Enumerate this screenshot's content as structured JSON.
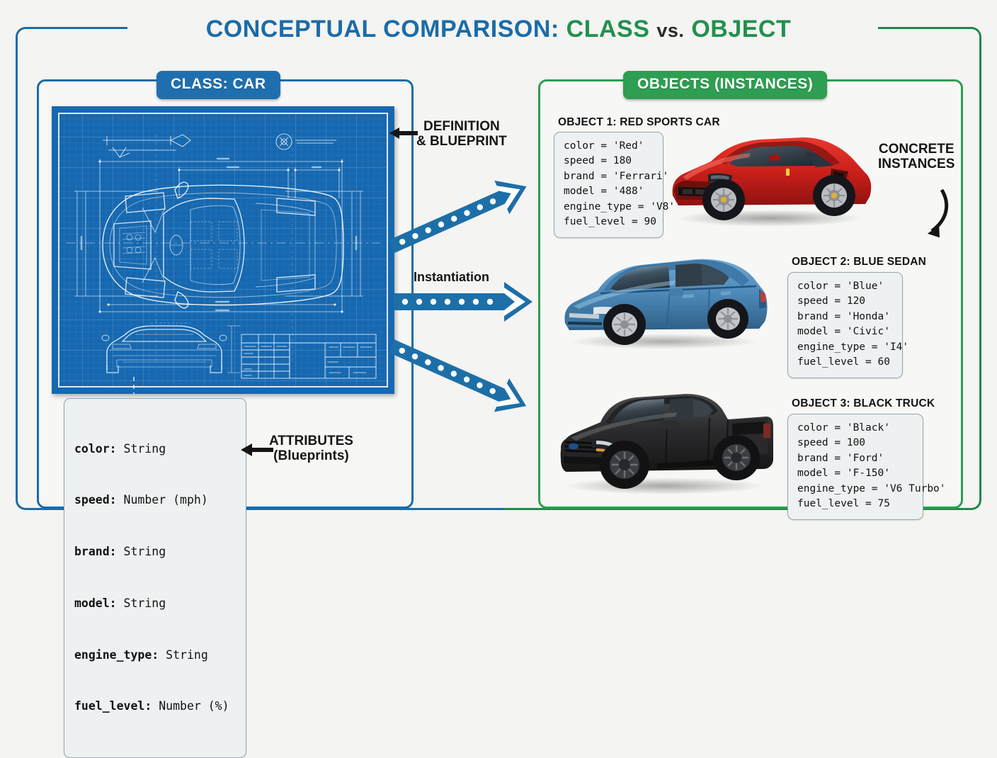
{
  "title": {
    "part1": "CONCEPTUAL COMPARISON:",
    "part2": "CLASS",
    "part3": "vs.",
    "part4": "OBJECT"
  },
  "colors": {
    "blue": "#1b6ca8",
    "green": "#21914e",
    "badge_blue": "#1f6fae",
    "badge_green": "#2e9e52",
    "blueprint_bg": "#1668b0",
    "page_bg": "#f4f4f2"
  },
  "class_panel": {
    "badge": "CLASS: CAR",
    "blueprint_alt": "car-blueprint-technical-drawing",
    "attributes": [
      {
        "name": "color:",
        "type": " String"
      },
      {
        "name": "speed:",
        "type": " Number (mph)"
      },
      {
        "name": "brand:",
        "type": " String"
      },
      {
        "name": "model:",
        "type": " String"
      },
      {
        "name": "engine_type:",
        "type": " String"
      },
      {
        "name": "fuel_level:",
        "type": " Number (%)"
      }
    ]
  },
  "objects_panel": {
    "badge": "OBJECTS (INSTANCES)",
    "objects": [
      {
        "title": "OBJECT 1: RED SPORTS CAR",
        "image_alt": "red-sports-car",
        "code": "color = 'Red'\nspeed = 180\nbrand = 'Ferrari'\nmodel = '488'\nengine_type = 'V8'\nfuel_level = 90"
      },
      {
        "title": "OBJECT 2: BLUE SEDAN",
        "image_alt": "blue-sedan-car",
        "code": "color = 'Blue'\nspeed = 120\nbrand = 'Honda'\nmodel = 'Civic'\nengine_type = 'I4'\nfuel_level = 60"
      },
      {
        "title": "OBJECT 3: BLACK TRUCK",
        "image_alt": "black-pickup-truck",
        "code": "color = 'Black'\nspeed = 100\nbrand = 'Ford'\nmodel = 'F-150'\nengine_type = 'V6 Turbo'\nfuel_level = 75"
      }
    ]
  },
  "annotations": {
    "definition_line1": "DEFINITION",
    "definition_line2": "& BLUEPRINT",
    "instantiation": "Instantiation",
    "concrete_line1": "CONCRETE",
    "concrete_line2": "INSTANCES",
    "attributes_line1": "ATTRIBUTES",
    "attributes_line2": "(Blueprints)"
  }
}
